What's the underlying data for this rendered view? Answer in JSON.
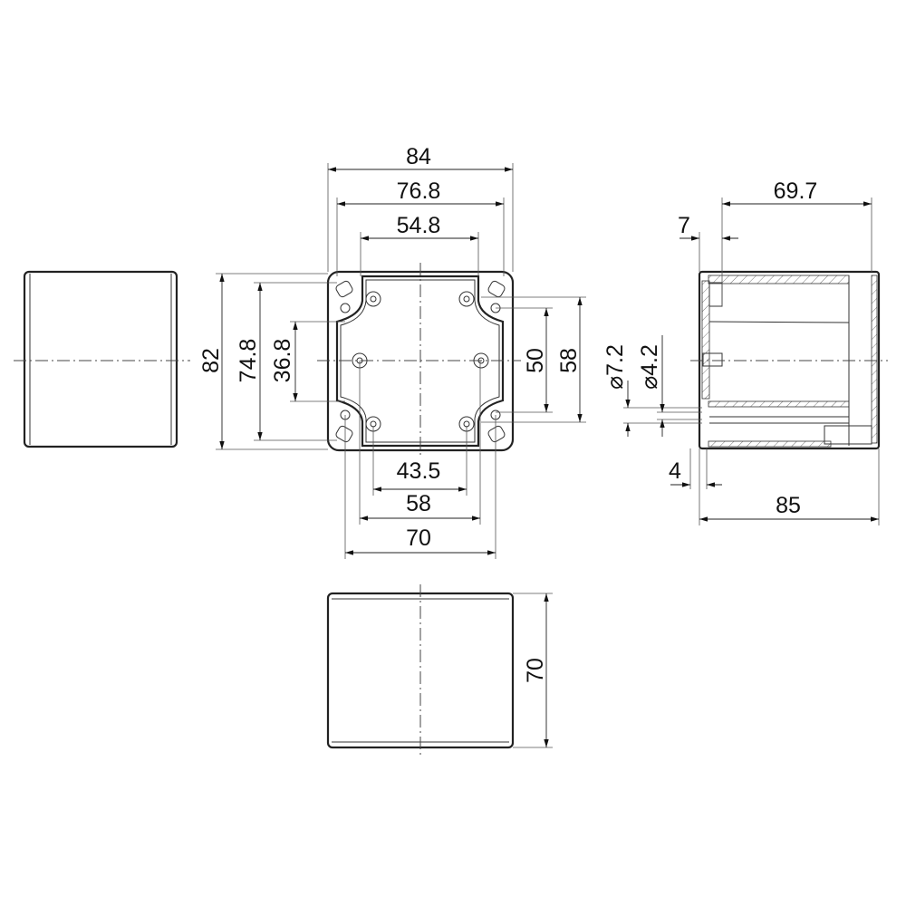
{
  "front_view": {
    "dimensions": {
      "overall_width": "84",
      "rim_width": "76.8",
      "inner_top_width": "54.8",
      "overall_height": "82",
      "rim_height": "74.8",
      "hole_spacing_left": "36.8",
      "hole_spacing_right": "50",
      "mount_spacing_right": "58",
      "bottom_hole_spacing": "43.5",
      "bottom_mount_spacing": "58",
      "bottom_inner_width": "70"
    }
  },
  "bottom_view": {
    "dimensions": {
      "height": "70"
    }
  },
  "side_view": {
    "dimensions": {
      "inner_depth": "69.7",
      "lid_offset": "7",
      "hole_outer_diameter": "⌀7.2",
      "hole_inner_diameter": "⌀4.2",
      "wall_offset": "4",
      "overall_depth": "85"
    }
  }
}
